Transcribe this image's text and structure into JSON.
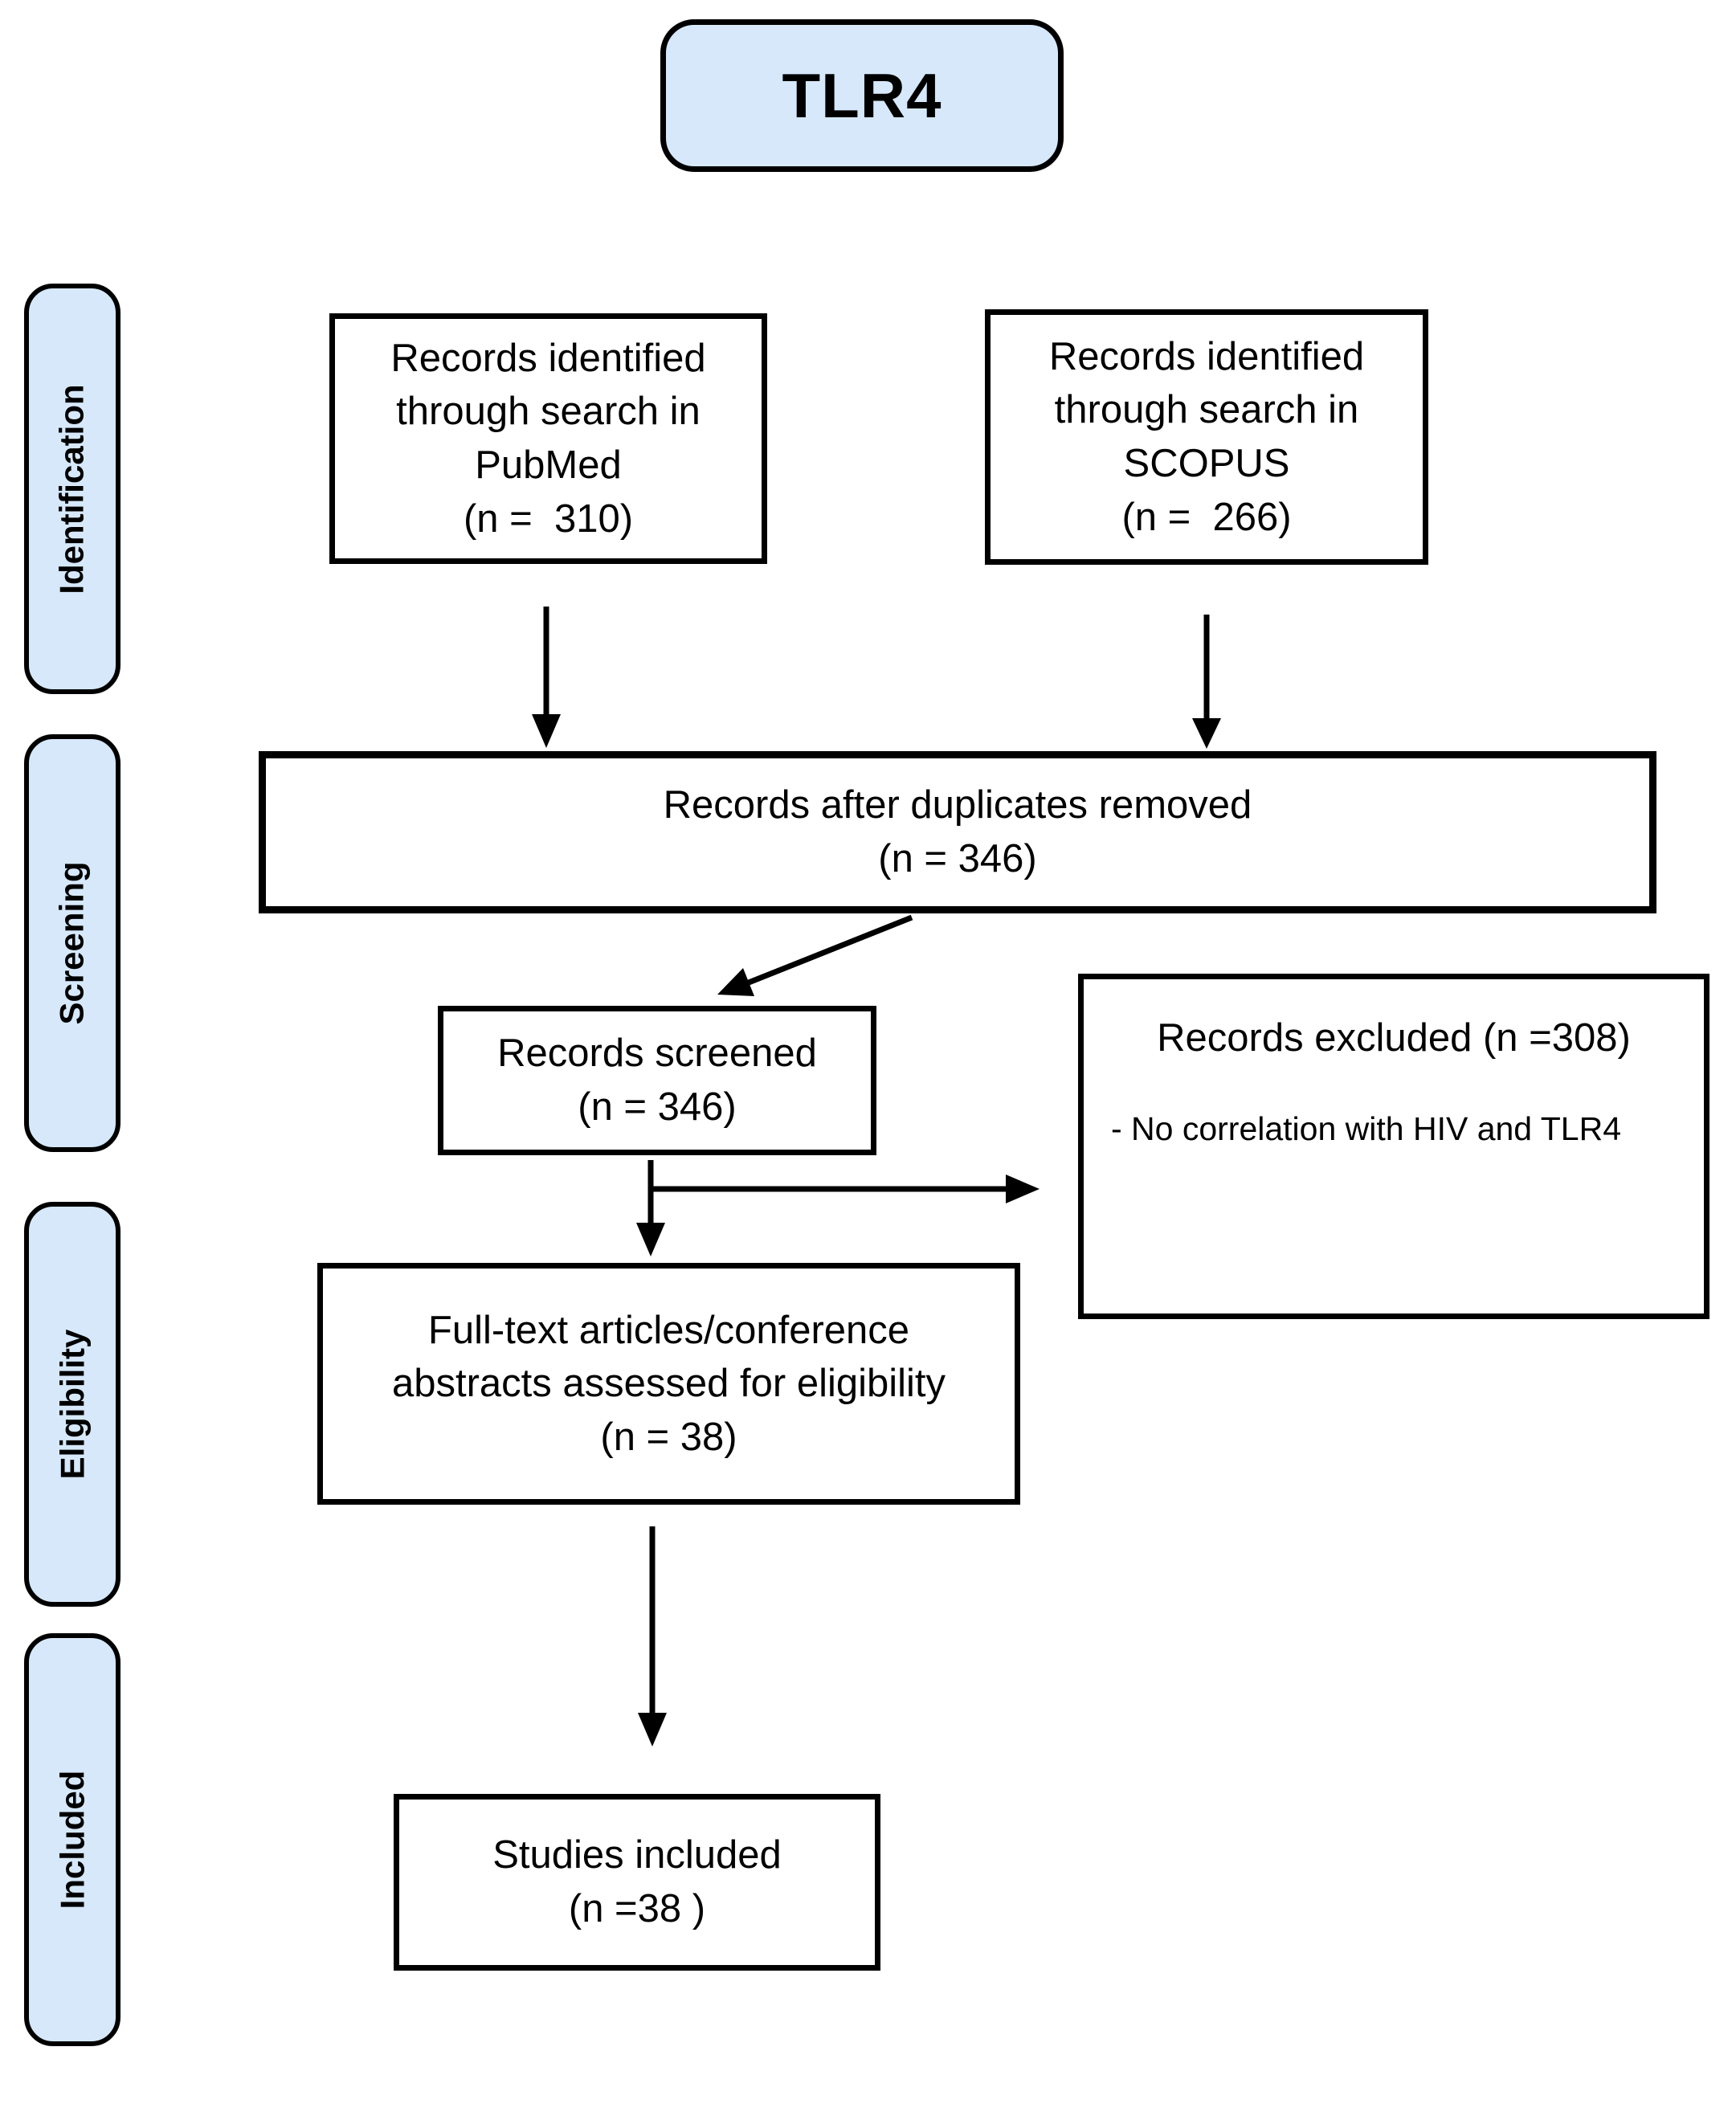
{
  "title": "TLR4",
  "colors": {
    "phase_fill": "#d6e8fa",
    "box_fill": "#ffffff",
    "border": "#000000",
    "text": "#000000"
  },
  "sidebar": {
    "items": [
      {
        "label": "Identification"
      },
      {
        "label": "Screening"
      },
      {
        "label": "Eligibility"
      },
      {
        "label": "Included"
      }
    ]
  },
  "boxes": {
    "pubmed": {
      "lines": [
        "Records identified",
        "through search in",
        "PubMed",
        "(n =  310)"
      ]
    },
    "scopus": {
      "lines": [
        "Records identified",
        "through search in",
        "SCOPUS",
        "(n =  266)"
      ]
    },
    "duplicates": {
      "lines": [
        "Records after duplicates removed",
        "(n = 346)"
      ]
    },
    "screened": {
      "lines": [
        "Records screened",
        "(n = 346)"
      ]
    },
    "excluded": {
      "title": "Records excluded (n =308)",
      "reason": "- No correlation with HIV and TLR4"
    },
    "fulltext": {
      "lines": [
        "Full-text articles/conference",
        "abstracts assessed for eligibility",
        "(n = 38)"
      ]
    },
    "studies": {
      "lines": [
        "Studies included",
        "(n =38 )"
      ]
    }
  }
}
